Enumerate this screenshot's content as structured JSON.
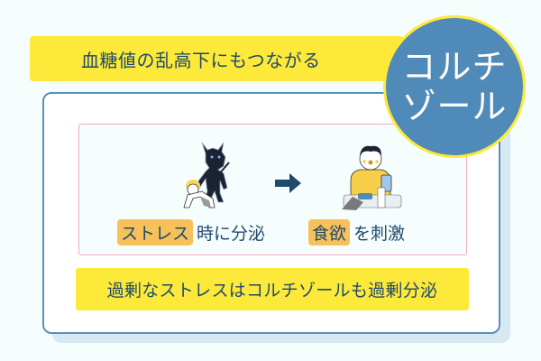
{
  "header": {
    "banner_text": "血糖値の乱高下にもつながる"
  },
  "badge": {
    "line1": "コルチ",
    "line2": "ゾール"
  },
  "diagram": {
    "left": {
      "highlight": "ストレス",
      "text": "時に分泌",
      "illustration": "stressed-person-with-devil"
    },
    "arrow": "right-arrow",
    "right": {
      "highlight": "食欲",
      "text": "を刺激",
      "illustration": "person-eating-food"
    }
  },
  "footer": {
    "banner_text": "過剰なストレスはコルチゾールも過剰分泌"
  },
  "colors": {
    "background": "#f4fcfc",
    "yellow": "#fde93a",
    "navy_text": "#1f4a6e",
    "badge_blue": "#4f8ab8",
    "box_border": "#5b8fb9",
    "inner_border_pink": "#f5a8c2",
    "highlight_orange": "#f7c15a"
  }
}
